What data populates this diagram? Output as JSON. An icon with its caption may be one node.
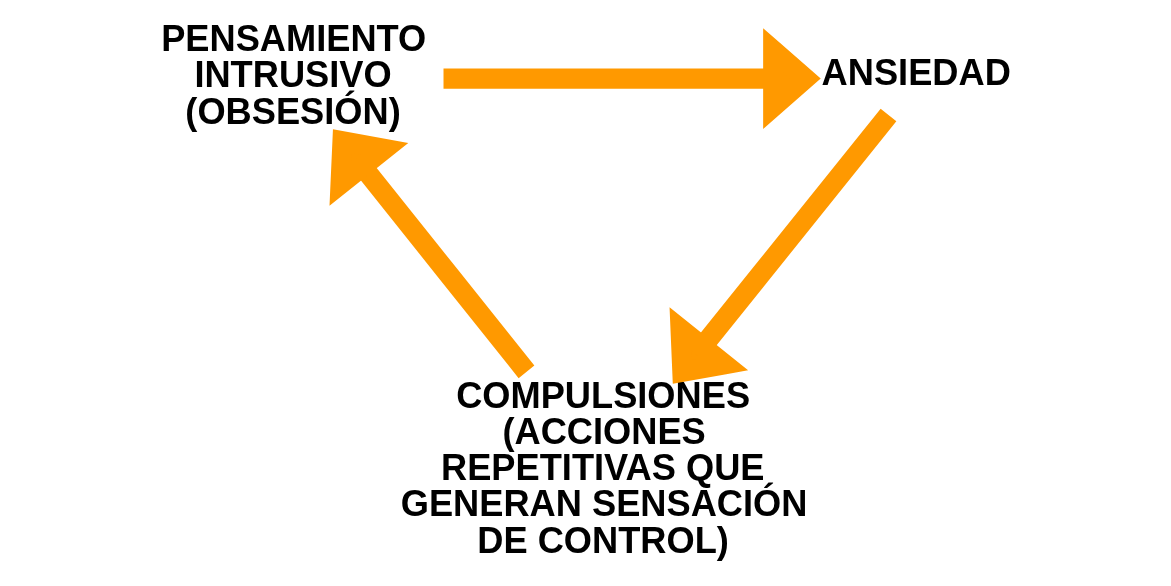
{
  "diagram": {
    "nodes": [
      {
        "text": [
          "PENSAMIENTO INTRUSIVO (OBSESIÓN)"
        ]
      },
      {
        "text": [
          "ANSIEDAD"
        ]
      },
      {
        "text": [
          "COMPULSIONES (ACCIONES REPETITIVAS QUE GENERAN SENSACIÓN DE CONTROL)"
        ]
      }
    ],
    "edges": [
      {
        "from": 0,
        "to": 1,
        "arrow": "to"
      },
      {
        "from": 1,
        "to": 2,
        "arrow": "to"
      },
      {
        "from": 2,
        "to": 0,
        "arrow": "to"
      }
    ]
  }
}
